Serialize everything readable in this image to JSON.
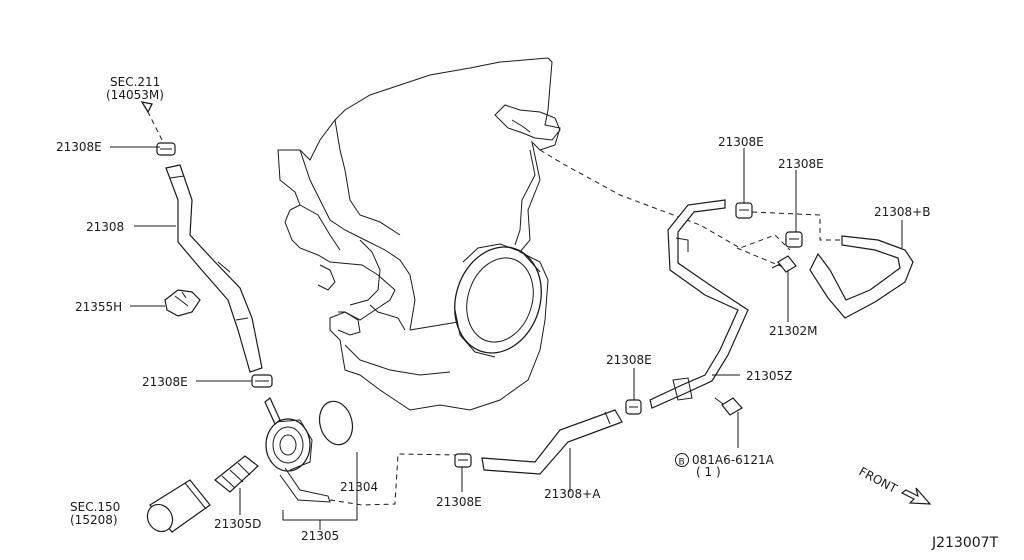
{
  "labels": {
    "sec211": "SEC.211",
    "sec211_sub": "(14053M)",
    "p21308E_top": "21308E",
    "p21308": "21308",
    "p21355H": "21355H",
    "p21308E_mid": "21308E",
    "sec150": "SEC.150",
    "sec150_sub": "(15208)",
    "p21305D": "21305D",
    "p21305": "21305",
    "p21304": "21304",
    "p21308E_bottom": "21308E",
    "p21308A": "21308+A",
    "p21308E_center": "21308E",
    "p21305Z": "21305Z",
    "bolt_code": "081A6-6121A",
    "bolt_qty": "( 1 )",
    "bolt_marker": "B",
    "p21308E_upper_right1": "21308E",
    "p21308E_upper_right2": "21308E",
    "p21308B": "21308+B",
    "p21302M": "21302M",
    "front": "FRONT",
    "diagram_id": "J213007T"
  }
}
